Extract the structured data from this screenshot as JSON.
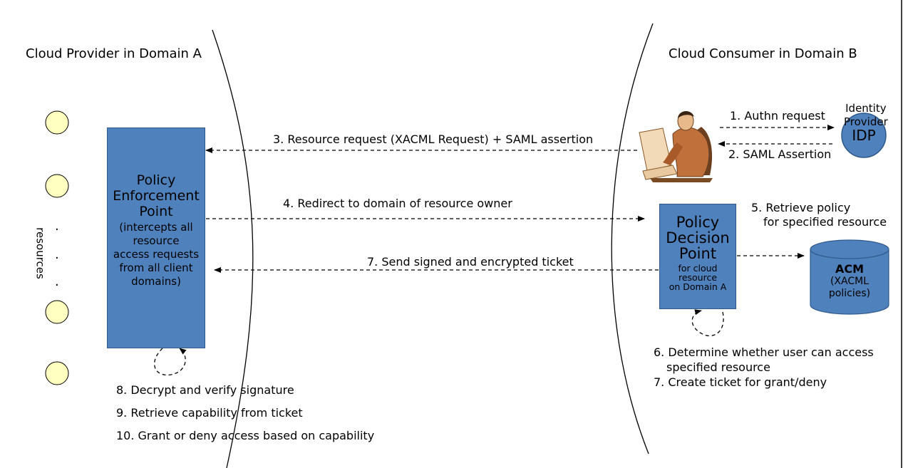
{
  "domains": {
    "provider": "Cloud Provider in Domain A",
    "consumer": "Cloud Consumer in Domain B"
  },
  "resources_label": "resources",
  "resource_dots": ".",
  "pep": {
    "title_lines": [
      "Policy",
      "Enforcement",
      "Point"
    ],
    "sub_lines": [
      "(intercepts all",
      "resource",
      "access requests",
      "from all client",
      "domains)"
    ]
  },
  "pdp": {
    "title_lines": [
      "Policy",
      "Decision",
      "Point"
    ],
    "sub_lines": [
      "for cloud",
      "resource",
      "on Domain A"
    ]
  },
  "idp": {
    "label": "IDP",
    "caption_lines": [
      "Identity",
      "Provider"
    ]
  },
  "acm": {
    "title": "ACM",
    "sub_lines": [
      "(XACML",
      "policies)"
    ]
  },
  "steps": {
    "s1": "1. Authn request",
    "s2": "2. SAML Assertion",
    "s3": "3. Resource request (XACML Request) + SAML assertion",
    "s4": "4. Redirect to domain of resource owner",
    "s5_lines": [
      "5. Retrieve policy",
      "for specified resource"
    ],
    "s6_lines": [
      "6. Determine whether user can access",
      "specified resource"
    ],
    "s7_pdp": "7. Create ticket for grant/deny",
    "s7_send": "7. Send signed and encrypted ticket",
    "s8": "8. Decrypt and verify signature",
    "s9": "9. Retrieve capability from ticket",
    "s10": "10. Grant or deny access based on capability"
  },
  "colors": {
    "box_fill": "#4f81bd",
    "idp_fill": "#4f81bd",
    "acm_fill": "#4f81bd",
    "resource_fill": "#ffffc0"
  }
}
